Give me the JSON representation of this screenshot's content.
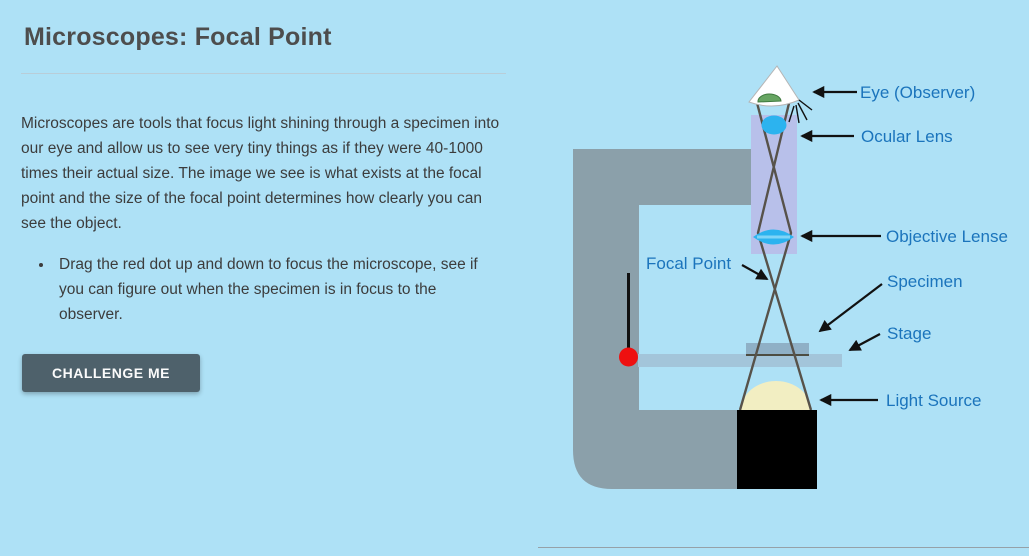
{
  "page": {
    "background_color": "#aee1f6"
  },
  "left_panel": {
    "title": "Microscopes: Focal Point",
    "paragraph": "Microscopes are tools that focus light shining through a specimen into our eye and allow us to see very tiny things as if they were 40-1000 times their actual size. The image we see is what exists at the focal point and the size of the focal point determines how clearly you can see the object.",
    "bullets": [
      "Drag the red dot up and down to focus the microscope, see if you can figure out when the specimen is in focus to the observer."
    ],
    "challenge_button_label": "CHALLENGE ME"
  },
  "diagram": {
    "labels": {
      "eye": "Eye (Observer)",
      "ocular": "Ocular Lens",
      "objective": "Objective Lense",
      "specimen": "Specimen",
      "stage": "Stage",
      "light_source": "Light Source",
      "focal_point": "Focal Point"
    },
    "colors": {
      "label_text": "#1b74bc",
      "microscope_body": "#8ba0aa",
      "tube": "#b8c0ea",
      "lens_blue": "#2cb3ef",
      "eye_iris_green": "#67a562",
      "light_dome": "#f2eec2",
      "light_box": "#000000",
      "stage_bar": "#a3c5da",
      "specimen_slide": "#8fb0c6",
      "light_ray": "#57524a",
      "focus_dot_red": "#ee1010",
      "button": "#4e616b",
      "title_text": "#4d4d4d"
    }
  }
}
